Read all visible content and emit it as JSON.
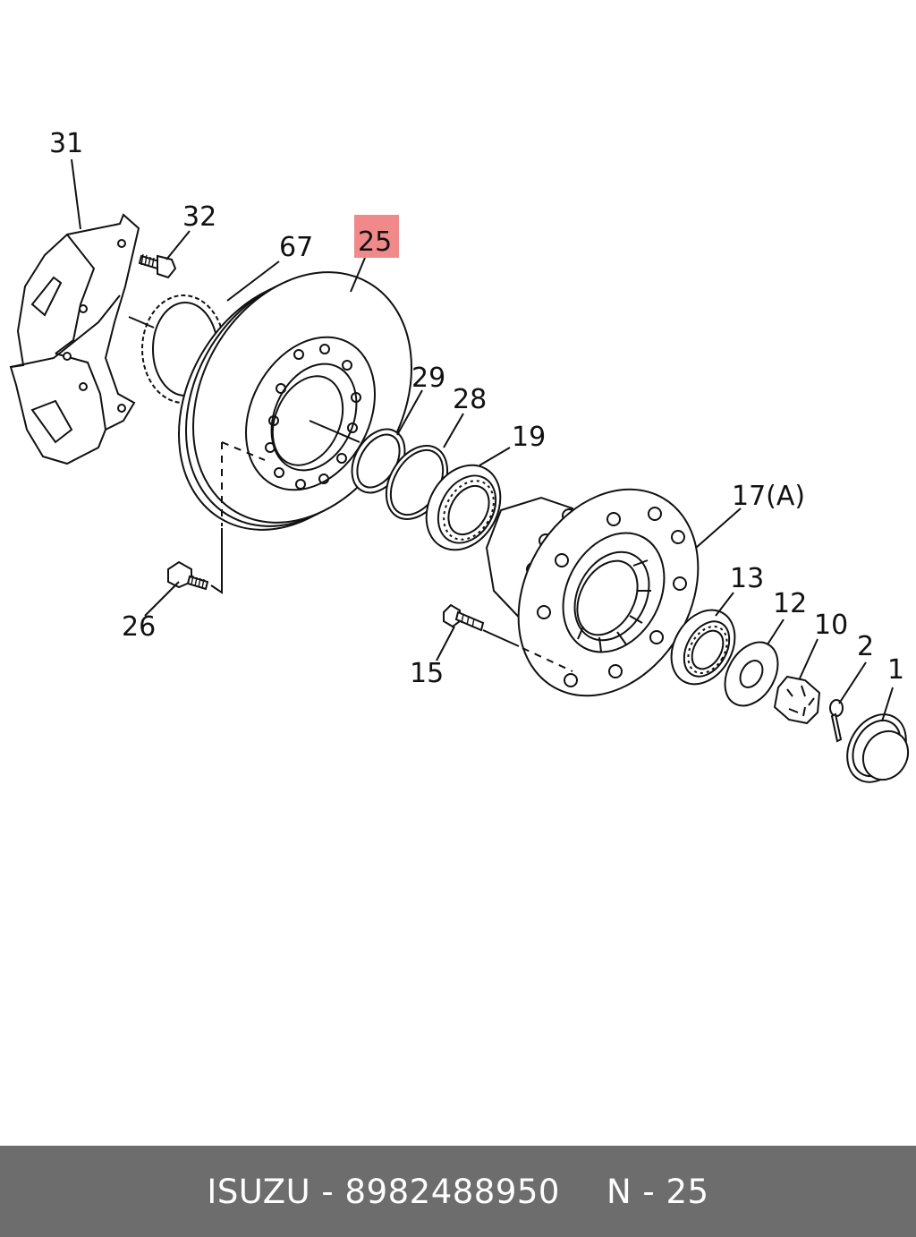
{
  "callouts": {
    "c31": "31",
    "c32": "32",
    "c67": "67",
    "c25": "25",
    "c29": "29",
    "c28": "28",
    "c19": "19",
    "c17": "17(A)",
    "c13": "13",
    "c12": "12",
    "c10": "10",
    "c2": "2",
    "c1": "1",
    "c26": "26",
    "c15": "15"
  },
  "highlight": {
    "part": "25",
    "color": "#f08a8a"
  },
  "footer": {
    "brand_part": "ISUZU - 8982488950",
    "page": "N - 25"
  }
}
